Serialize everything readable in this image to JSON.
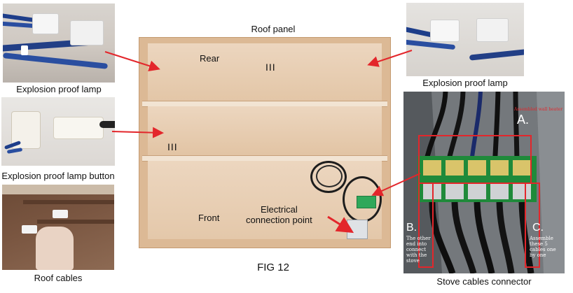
{
  "figure": {
    "title_top": "Roof panel",
    "label_rear": "Rear",
    "label_rear_mark": "III",
    "label_mid_mark": "III",
    "label_front": "Front",
    "label_electrical": "Electrical\nconnection point",
    "caption": "FIG 12"
  },
  "photos": {
    "top_left_caption": "Explosion proof lamp",
    "top_right_caption": "Explosion proof lamp",
    "mid_left_caption": "Explosion proof lamp button",
    "bottom_left_caption": "Roof cables",
    "connector_caption": "Stove cables connector"
  },
  "connector": {
    "label_a": "A.",
    "label_b": "B.",
    "label_c": "C.",
    "red_note": "Assembled wall heater",
    "note_b": "The other end into connect with the stove",
    "note_c": "Assemble these 5 cables one by one"
  },
  "colors": {
    "arrow": "#e3262b",
    "panel_wood": "#e6c9aa",
    "panel_frame": "#d6b08a"
  }
}
